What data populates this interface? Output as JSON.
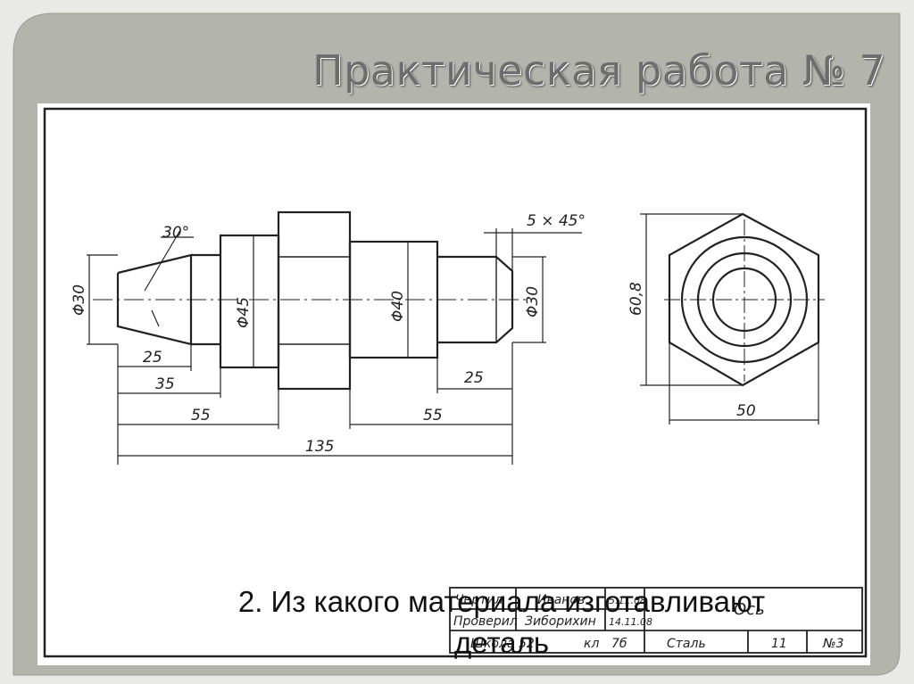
{
  "slide": {
    "title": "Практическая работа № 7",
    "question_line1": "2. Из какого материала изготавливают",
    "question_line2": "деталь"
  },
  "drawing": {
    "dimensions": {
      "angle": "30°",
      "chamfer": "5 × 45°",
      "d_left": "Φ30",
      "d_collar": "Φ45",
      "d_middle": "Φ40",
      "d_right": "Φ30",
      "hex_across_corners": "60,8",
      "hex_across_flats": "50",
      "len_25_left": "25",
      "len_35": "35",
      "len_55_left": "55",
      "len_25_right": "25",
      "len_55_right": "55",
      "len_total": "135"
    },
    "title_block": {
      "drawn_label": "Чертил",
      "drawn_name": "Иванов",
      "drawn_date": "5.11.08",
      "checked_label": "Проверил",
      "checked_name": "Зиборихин",
      "checked_date": "14.11.08",
      "school": "Школа 52",
      "class_label": "кл",
      "class_value": "7б",
      "part_name": "Ось",
      "material": "Сталь",
      "scale_value": "11",
      "sheet_number": "№3"
    }
  }
}
